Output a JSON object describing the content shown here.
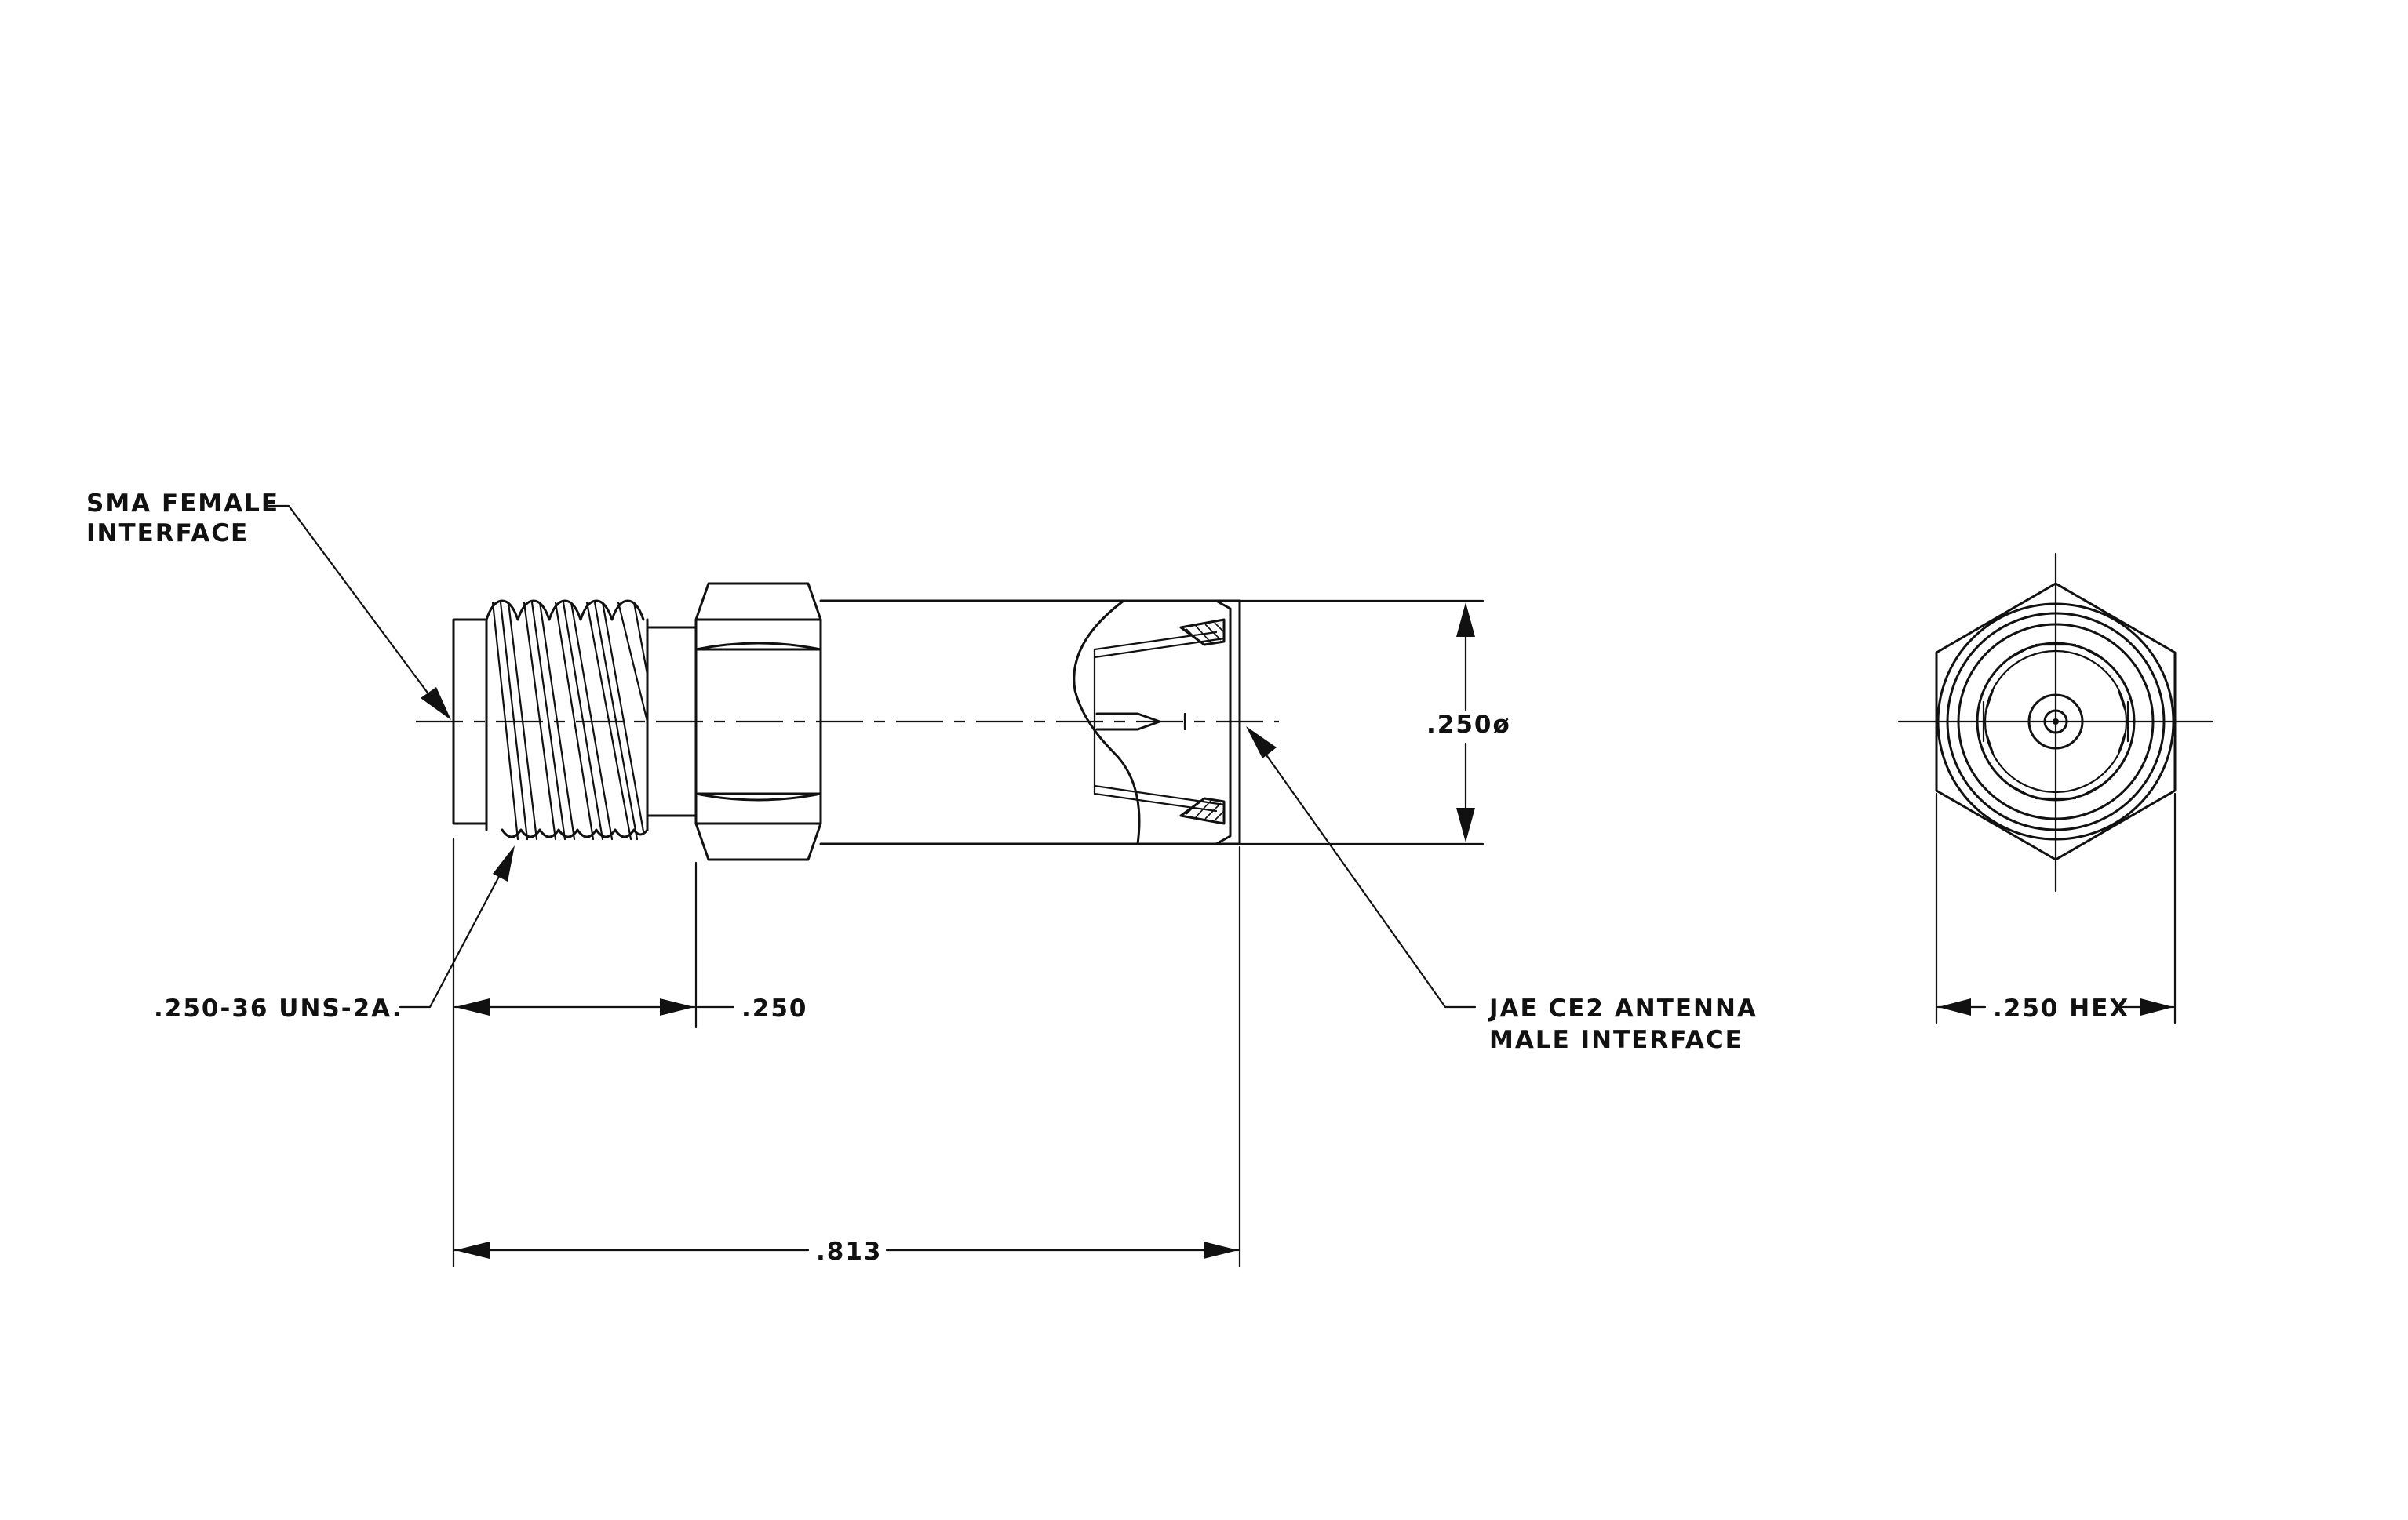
{
  "labels": {
    "sma_line1": "SMA FEMALE",
    "sma_line2": "INTERFACE",
    "thread": ".250-36 UNS-2A.",
    "hex_len": ".250",
    "diameter": ".250ø",
    "jae_line1": "JAE CE2 ANTENNA",
    "jae_line2": "MALE INTERFACE",
    "overall": ".813",
    "hex_across": ".250 HEX"
  }
}
